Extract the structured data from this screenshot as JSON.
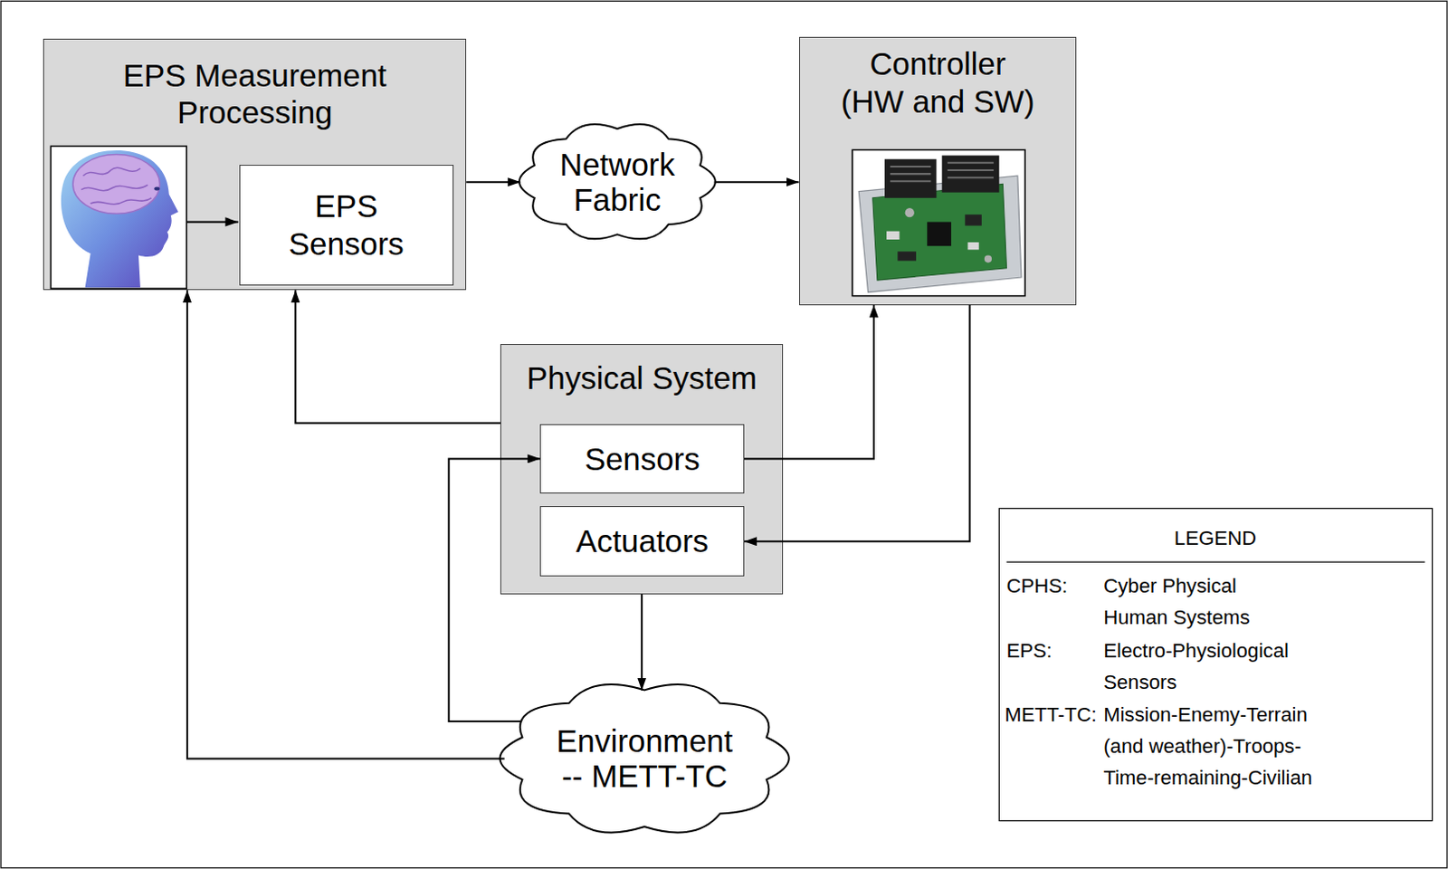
{
  "diagram": {
    "nodes": [
      {
        "text": [
          "EPS Measurement Processing"
        ]
      },
      {
        "text": [
          "EPS Sensors"
        ],
        "in": 0
      },
      {
        "text": [
          "Network Fabric"
        ]
      },
      {
        "text": [
          "Controller (HW and SW)"
        ]
      },
      {
        "text": [
          "Physical System"
        ]
      },
      {
        "text": [
          "Sensors"
        ],
        "in": 4
      },
      {
        "text": [
          "Actuators"
        ],
        "in": 4
      },
      {
        "text": [
          "Environment -- METT-TC"
        ]
      }
    ],
    "edges": [
      {
        "from": 0,
        "to": 2,
        "arrow": "to"
      },
      {
        "from": 2,
        "to": 3,
        "arrow": "to"
      },
      {
        "from": 4,
        "to": 0,
        "arrow": "to"
      },
      {
        "from": 5,
        "to": 3,
        "arrow": "to"
      },
      {
        "from": 3,
        "to": 6,
        "arrow": "to"
      },
      {
        "from": 4,
        "to": 7,
        "arrow": "to"
      },
      {
        "from": 7,
        "to": 5,
        "arrow": "to"
      },
      {
        "from": 7,
        "to": 0,
        "arrow": "to"
      }
    ],
    "labels": [
      "LEGEND",
      "CPHS:",
      "Cyber Physical Human Systems",
      "EPS:",
      "Electro-Physiological Sensors",
      "METT-TC:",
      "Mission-Enemy-Terrain (and weather)-Troops-Time-remaining-Civilian"
    ]
  }
}
